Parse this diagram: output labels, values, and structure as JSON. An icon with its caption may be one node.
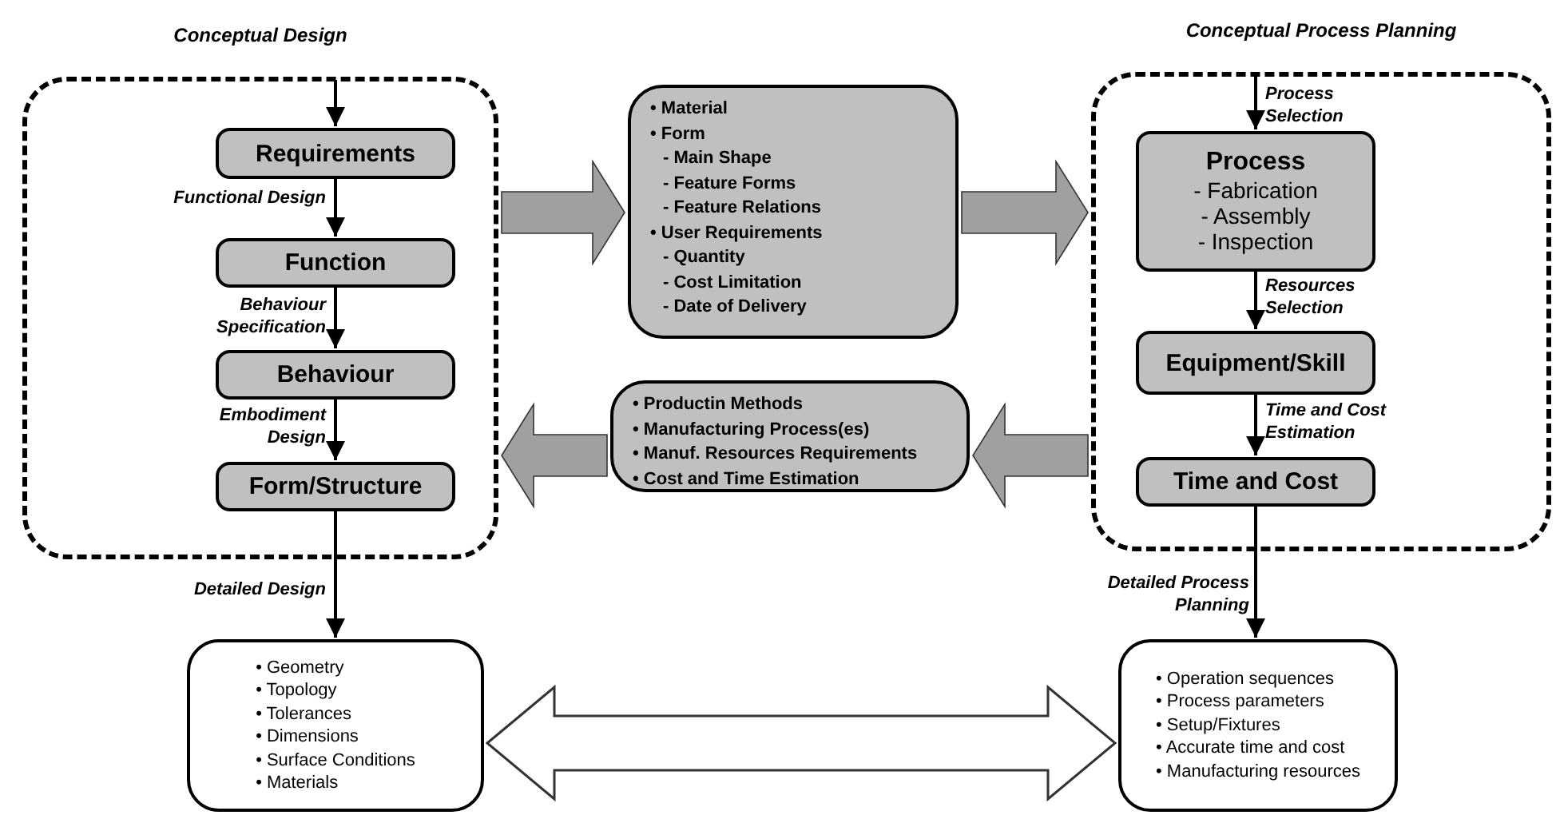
{
  "diagram": {
    "nodes": [
      {
        "text": [
          "Conceptual Design"
        ]
      },
      {
        "text": [
          "Requirements"
        ],
        "in": 0
      },
      {
        "text": [
          "Function"
        ],
        "in": 0
      },
      {
        "text": [
          "Behaviour"
        ],
        "in": 0
      },
      {
        "text": [
          "Form/Structure"
        ],
        "in": 0
      },
      {
        "text": [
          "• Material",
          "• Form",
          "- Main Shape",
          "- Feature Forms",
          "- Feature Relations",
          "• User Requirements",
          "- Quantity",
          "- Cost Limitation",
          "- Date of Delivery"
        ]
      },
      {
        "text": [
          "• Productin Methods",
          "• Manufacturing Process(es)",
          "• Manuf. Resources Requirements",
          "• Cost and Time Estimation"
        ]
      },
      {
        "text": [
          "Conceptual Process Planning"
        ]
      },
      {
        "text": [
          "Process",
          "- Fabrication",
          "- Assembly",
          "- Inspection"
        ],
        "in": 7
      },
      {
        "text": [
          "Equipment/Skill"
        ],
        "in": 7
      },
      {
        "text": [
          "Time and Cost"
        ],
        "in": 7
      },
      {
        "text": [
          "• Geometry",
          "• Topology",
          "• Tolerances",
          "• Dimensions",
          "• Surface Conditions",
          "• Materials"
        ]
      },
      {
        "text": [
          "• Operation sequences",
          "• Process parameters",
          "• Setup/Fixtures",
          "• Accurate time and cost",
          "• Manufacturing resources"
        ]
      }
    ],
    "edges": [
      {
        "from": null,
        "to": 1,
        "arrow": "to"
      },
      {
        "from": 1,
        "to": 2,
        "arrow": "to",
        "label": "Functional Design"
      },
      {
        "from": 2,
        "to": 3,
        "arrow": "to",
        "label": "Behaviour Specification"
      },
      {
        "from": 3,
        "to": 4,
        "arrow": "to",
        "label": "Embodiment Design"
      },
      {
        "from": 4,
        "to": 11,
        "arrow": "to",
        "label": "Detailed Design"
      },
      {
        "from": 0,
        "to": 5,
        "arrow": "to",
        "style": "thick",
        "color": "#a0a0a0"
      },
      {
        "from": 5,
        "to": 7,
        "arrow": "to",
        "style": "thick",
        "color": "#a0a0a0"
      },
      {
        "from": 7,
        "to": 6,
        "arrow": "to",
        "style": "thick",
        "color": "#a0a0a0"
      },
      {
        "from": 6,
        "to": 0,
        "arrow": "to",
        "style": "thick",
        "color": "#a0a0a0"
      },
      {
        "from": null,
        "to": 8,
        "arrow": "to",
        "label": "Process Selection"
      },
      {
        "from": 8,
        "to": 9,
        "arrow": "to",
        "label": "Resources Selection"
      },
      {
        "from": 9,
        "to": 10,
        "arrow": "to",
        "label": "Time and Cost Estimation"
      },
      {
        "from": 10,
        "to": 12,
        "arrow": "to",
        "label": "Detailed Process Planning"
      },
      {
        "from": 11,
        "to": 12,
        "arrow": "both",
        "style": "thick",
        "color": "#ffffff"
      }
    ]
  }
}
